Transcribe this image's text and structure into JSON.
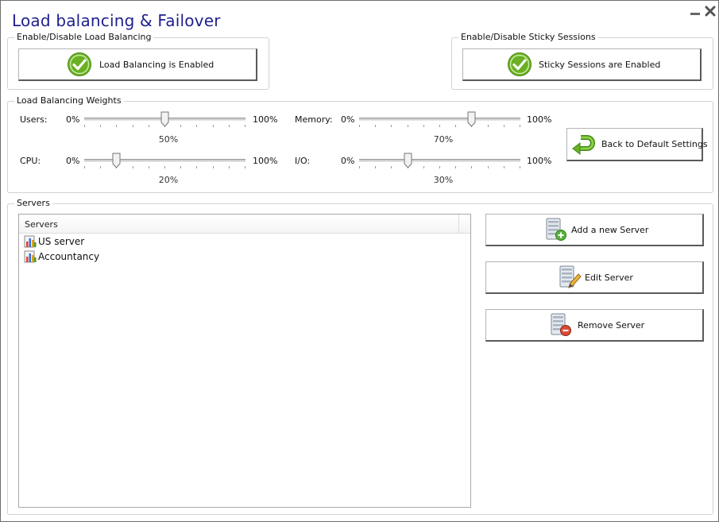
{
  "window": {
    "title": "Load balancing & Failover"
  },
  "load_balancing_group": {
    "legend": "Enable/Disable Load Balancing",
    "button_label": "Load Balancing is Enabled"
  },
  "sticky_group": {
    "legend": "Enable/Disable Sticky Sessions",
    "button_label": "Sticky Sessions are Enabled"
  },
  "weights_group": {
    "legend": "Load Balancing Weights",
    "min_label": "0%",
    "max_label": "100%",
    "sliders": [
      {
        "label": "Users:",
        "value_label": "50%",
        "value": 50
      },
      {
        "label": "CPU:",
        "value_label": "20%",
        "value": 20
      },
      {
        "label": "Memory:",
        "value_label": "70%",
        "value": 70
      },
      {
        "label": "I/O:",
        "value_label": "30%",
        "value": 30
      }
    ],
    "default_button_label": "Back to Default Settings"
  },
  "servers_group": {
    "legend": "Servers",
    "list_header": "Servers",
    "servers": [
      "US server",
      "Accountancy"
    ],
    "add_button_label": "Add a new Server",
    "edit_button_label": "Edit Server",
    "remove_button_label": "Remove Server"
  },
  "colors": {
    "title": "#1f1f8f",
    "check_green": "#6ab023",
    "add_green": "#58b43c",
    "remove_red": "#d94b34"
  }
}
